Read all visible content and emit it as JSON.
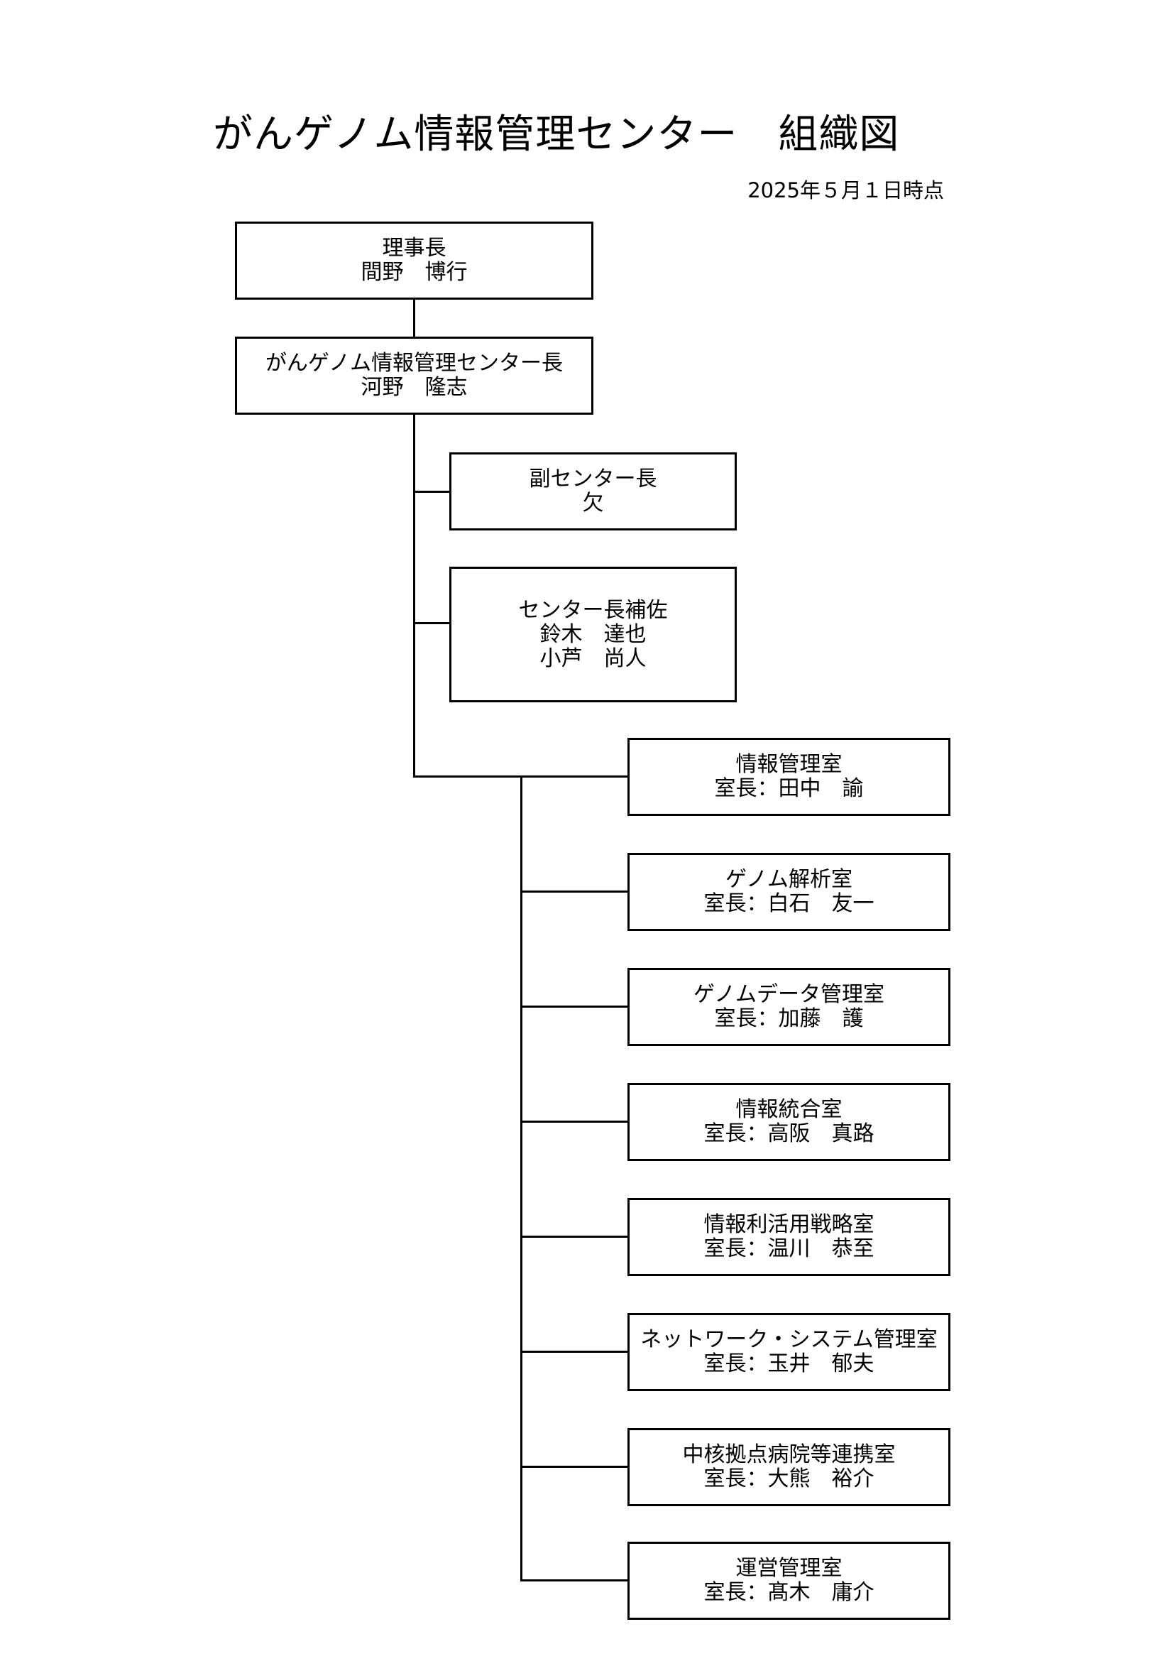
{
  "header": {
    "title": "がんゲノム情報管理センター　組織図",
    "date": "2025年５月１日時点"
  },
  "org": {
    "chairman": {
      "role": "理事長",
      "name": "間野　博行"
    },
    "director": {
      "role": "がんゲノム情報管理センター長",
      "name": "河野　隆志"
    },
    "deputy": {
      "role": "副センター長",
      "name": "欠"
    },
    "assistant": {
      "role": "センター長補佐",
      "names": [
        "鈴木　達也",
        "小芦　尚人"
      ]
    },
    "offices": [
      {
        "name": "情報管理室",
        "head": "室長：田中　諭"
      },
      {
        "name": "ゲノム解析室",
        "head": "室長：白石　友一"
      },
      {
        "name": "ゲノムデータ管理室",
        "head": "室長：加藤　護"
      },
      {
        "name": "情報統合室",
        "head": "室長：高阪　真路"
      },
      {
        "name": "情報利活用戦略室",
        "head": "室長：温川　恭至"
      },
      {
        "name": "ネットワーク・システム管理室",
        "head": "室長：玉井　郁夫"
      },
      {
        "name": "中核拠点病院等連携室",
        "head": "室長：大熊　裕介"
      },
      {
        "name": "運営管理室",
        "head": "室長：髙木　庸介"
      }
    ]
  }
}
